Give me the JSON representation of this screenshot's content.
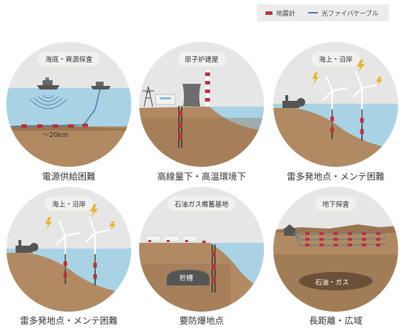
{
  "legend": {
    "seismometer_label": "地震計",
    "fiber_label": "光ファイバケーブル"
  },
  "colors": {
    "sea": "#a9d3e4",
    "sky": "#e6e6e6",
    "ground": "#b18a63",
    "ground_dark": "#8b6a49",
    "seismometer": "#b8323c",
    "fiber": "#4a78a8"
  },
  "scenes": [
    {
      "label": "海底・資源探査",
      "caption": "電源供給困難",
      "distance": "～20km"
    },
    {
      "label": "原子炉建屋",
      "caption": "高線量下・高温環境下"
    },
    {
      "label": "海上・沿岸",
      "caption": "雷多発地点・メンテ困難"
    },
    {
      "label": "海上・沿岸",
      "caption": "雷多発地点・メンテ困難"
    },
    {
      "label": "石油ガス備蓄基地",
      "caption": "要防爆地点",
      "tank_label": "貯槽"
    },
    {
      "label": "地下探査",
      "caption": "長距離・広域",
      "reservoir_label": "石油・ガス"
    }
  ]
}
